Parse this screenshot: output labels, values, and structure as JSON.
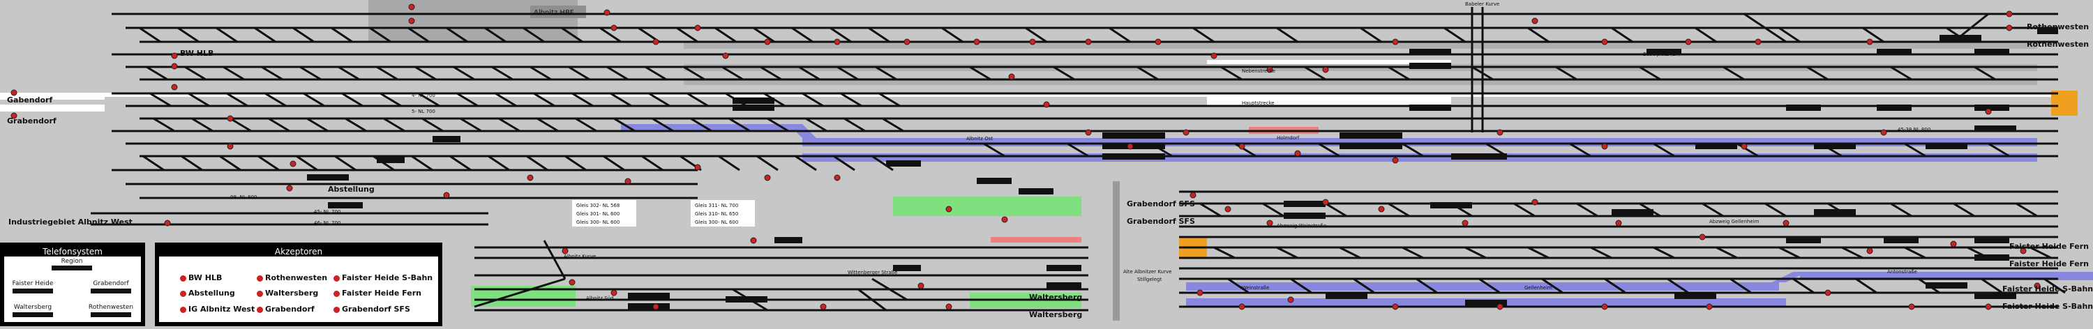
{
  "colors": {
    "background": "#c7c7c7",
    "track": "#111111",
    "track_light": "#ffffff",
    "route_blue": "#8888e0",
    "route_green": "#7fe07f",
    "route_red": "#f08080",
    "signal_red": "#cc2222",
    "orange": "#f0a020",
    "platform": "#111111"
  },
  "stations": {
    "gabendorf": "Gabendorf",
    "grabendorf_left": "Grabendorf",
    "bw_hlb": "BW HLB",
    "abstellung": "Abstellung",
    "industriegebiet": "Industriegebiet Albnitz West",
    "albnitz_hbf": "Albnitz HBF",
    "albnitz_ost": "Albnitz Ost",
    "albnitz_sued": "Albnitz Süd",
    "albnitz_kurve": "Albnitz Kurve",
    "wittenberger": "Wittenberger Straße",
    "waltersberg_1": "Waltersberg",
    "waltersberg_2": "Waltersberg",
    "nebenstrecke": "Nebenstrecke",
    "hauptstrecke": "Hauptstrecke",
    "babeler_kurve": "Babeler Kurve",
    "babelplatz": "Babelplatz (EP)",
    "holmdorf": "Holmdorf",
    "rothenwesten_1": "Rothenwesten",
    "rothenwesten_2": "Rothenwesten",
    "grabendorf_sfs_1": "Grabendorf SFS",
    "grabendorf_sfs_2": "Grabendorf SFS",
    "alte_kurve": "Alte Albnitzer Kurve",
    "stillgelegt": "Stillgelegt",
    "abzweig_gellenheim": "Abzweig Gellenheim",
    "abzweig_weinstrasse": "Abzweig Weinstraße",
    "weinstrasse": "Weinstraße",
    "gellenheim": "Gellenheim",
    "antonstrasse": "Antonstraße",
    "faister_fern_1": "Faister Heide Fern",
    "faister_fern_2": "Faister Heide Fern",
    "faister_sbahn_1": "Faister Heide S-Bahn",
    "faister_sbahn_2": "Faister Heide S-Bahn"
  },
  "gleis_info_a": [
    "Gleis 302- NL 568",
    "Gleis 301- NL 600",
    "Gleis 300- NL 600"
  ],
  "gleis_info_b": [
    "Gleis 311- NL 700",
    "Gleis 310- NL 650",
    "Gleis 300- NL 600"
  ],
  "track_labels": {
    "t4": "4- NL 700",
    "t5": "5- NL 700",
    "t45": "45- NL 700",
    "t46": "46- NL 700",
    "t45b": "45-38 NL 800",
    "t98": "98- NL 800"
  },
  "legend_telefon": {
    "title": "Telefonsystem",
    "items": [
      {
        "label": "Region"
      },
      {
        "label": "Faister Heide"
      },
      {
        "label": "Grabendorf"
      },
      {
        "label": "Waltersberg"
      },
      {
        "label": "Rothenwesten"
      }
    ]
  },
  "legend_akzeptoren": {
    "title": "Akzeptoren",
    "items": [
      {
        "label": "BW HLB"
      },
      {
        "label": "Rothenwesten"
      },
      {
        "label": "Faister Heide S-Bahn"
      },
      {
        "label": "Abstellung"
      },
      {
        "label": "Waltersberg"
      },
      {
        "label": "Faister Heide Fern"
      },
      {
        "label": "IG Albnitz West"
      },
      {
        "label": "Grabendorf"
      },
      {
        "label": "Grabendorf SFS"
      }
    ]
  }
}
